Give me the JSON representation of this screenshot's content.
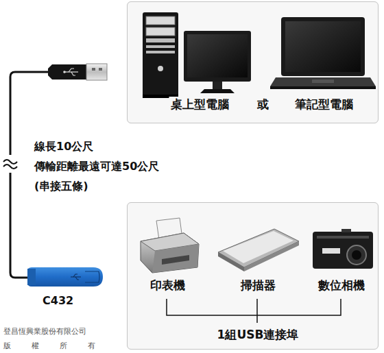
{
  "diagram": {
    "nodes": [
      {
        "text": [
          "桌上型電腦",
          "或",
          "筆記型電腦"
        ]
      },
      {
        "text": [
          "印表機",
          "掃描器",
          "數位相機",
          "1組USB連接埠"
        ]
      }
    ],
    "labels": [
      "線長10公尺",
      "傳輸距離最遠可達50公尺",
      "(串接五條)",
      "C432",
      "登昌恆興業股份有限公司",
      "版權所有"
    ]
  }
}
